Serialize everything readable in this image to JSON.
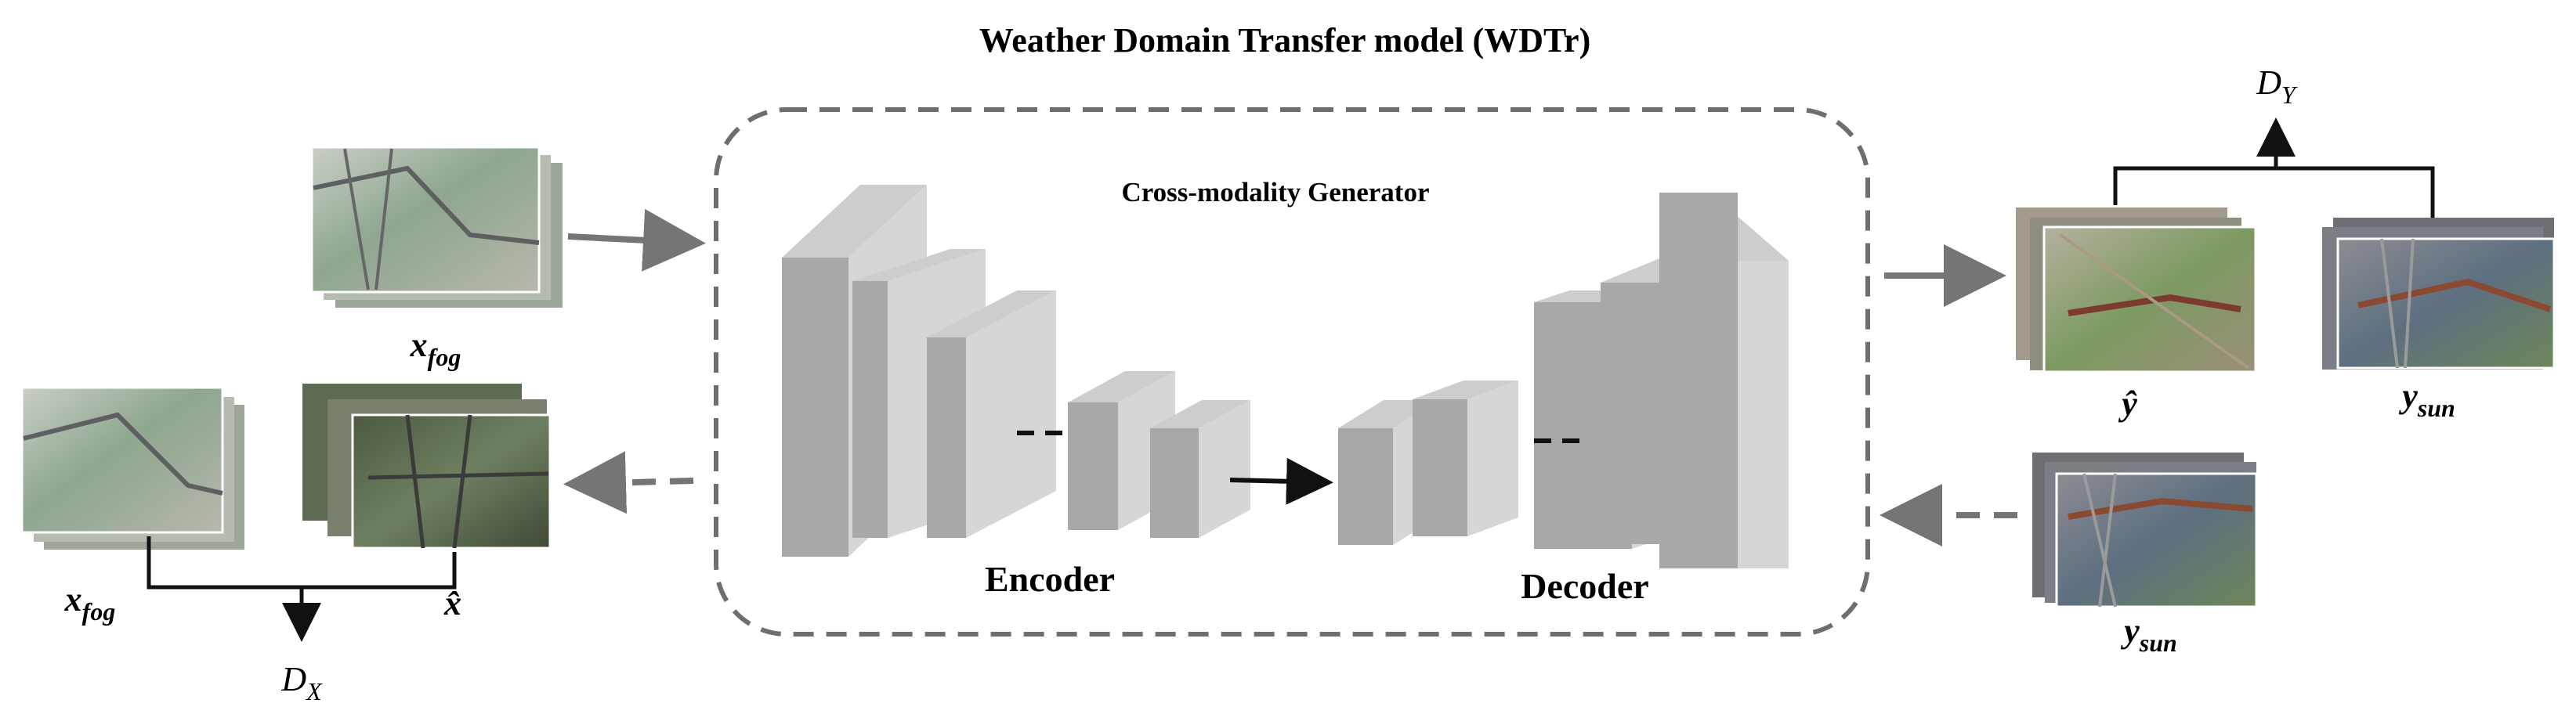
{
  "title": "Weather Domain Transfer model (WDTr)",
  "generator": {
    "label": "Cross-modality Generator",
    "encoder_label": "Encoder",
    "decoder_label": "Decoder"
  },
  "variables": {
    "x_fog_top": {
      "base": "x",
      "sub": "fog"
    },
    "x_fog_left": {
      "base": "x",
      "sub": "fog"
    },
    "x_hat": {
      "base": "x̂"
    },
    "y_hat": {
      "base": "ŷ"
    },
    "y_sun_right": {
      "base": "y",
      "sub": "sun"
    },
    "y_sun_bottom": {
      "base": "y",
      "sub": "sun"
    }
  },
  "discriminators": {
    "dx": {
      "base": "D",
      "sub": "X"
    },
    "dy": {
      "base": "D",
      "sub": "Y"
    }
  },
  "colors": {
    "block_front": "#a9a8a6",
    "block_top": "#cdcdcb",
    "block_side": "#d6d6d4",
    "arrow_gray": "#757575",
    "dash_border": "#6e6e6e",
    "fog_image": "#9aa79a",
    "sun_image": "#6b7b68"
  }
}
